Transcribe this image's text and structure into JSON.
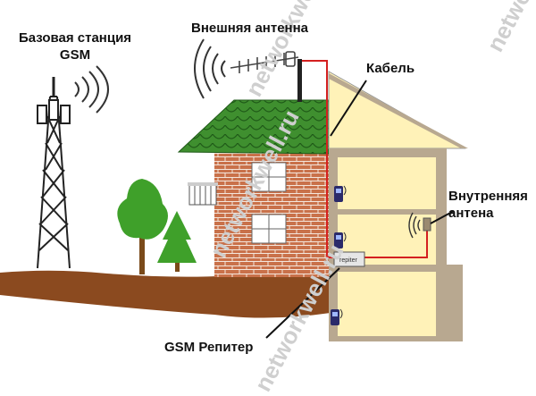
{
  "labels": {
    "base_station_line1": "Базовая станция",
    "base_station_line2": "GSM",
    "outer_antenna": "Внешняя антенна",
    "cable": "Кабель",
    "inner_antenna_line1": "Внутренняя",
    "inner_antenna_line2": "антена",
    "gsm_repeater": "GSM Репитер",
    "repeater_box": "repiter"
  },
  "watermarks": [
    "networkwell.ru",
    "networkwell.ru",
    "networkwell.ru",
    "networkwell.ru"
  ],
  "colors": {
    "roof": "#3f8f2f",
    "brick": "#c9714a",
    "house_wall": "#fff2b8",
    "ground": "#8b4a1f",
    "cable": "#d42020",
    "tree": "#3fa02a",
    "tree_trunk": "#7a4a1a"
  }
}
